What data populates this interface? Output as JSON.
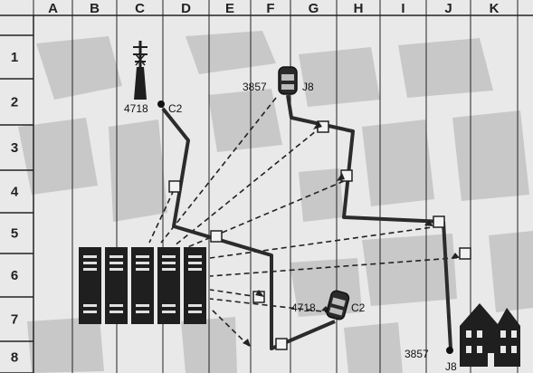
{
  "grid": {
    "columns": [
      "A",
      "B",
      "C",
      "D",
      "E",
      "F",
      "G",
      "H",
      "I",
      "J",
      "K"
    ],
    "rows": [
      "1",
      "2",
      "3",
      "4",
      "5",
      "6",
      "7",
      "8"
    ]
  },
  "labels": {
    "tower_id": "4718",
    "tower_cell": "C2",
    "car_top_id": "3857",
    "car_top_cell": "J8",
    "car_bottom_id": "4718",
    "car_bottom_cell": "C2",
    "house_id": "3857",
    "house_cell": "J8"
  },
  "icons": {
    "tower": "radio-tower-icon",
    "car": "car-icon",
    "server": "server-rack-icon",
    "house": "house-icon"
  },
  "colors": {
    "background": "#e9e9e9",
    "block": "#c9c9c9",
    "route": "#2b2b2b",
    "dark": "#1f1f1f"
  }
}
